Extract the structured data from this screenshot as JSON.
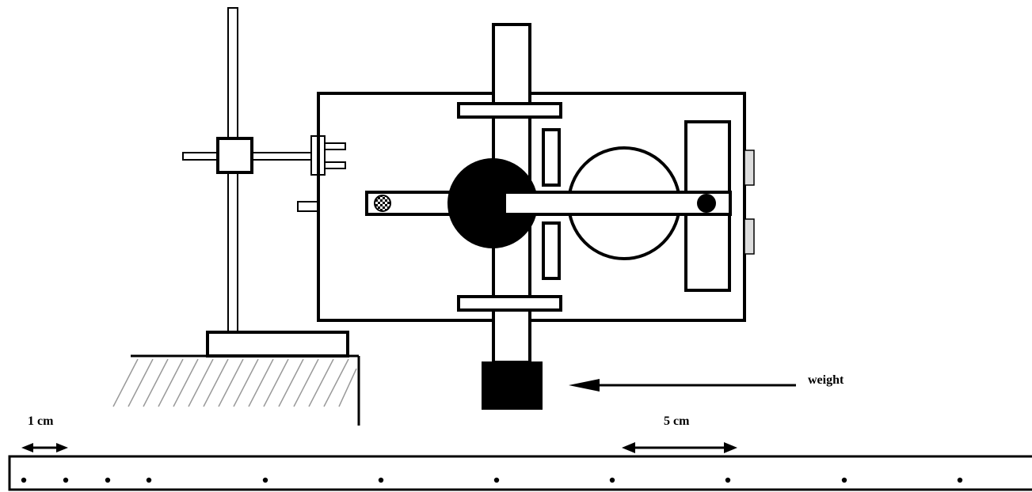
{
  "labels": {
    "one_cm": "1 cm",
    "five_cm": "5 cm",
    "weight": "weight"
  },
  "colors": {
    "ink": "#000000",
    "hatch": "#999999",
    "knob_fill": "#dddddd"
  },
  "icons": {
    "checker_marker": "checkerboard-circle-icon",
    "pivot": "filled-circle-icon"
  },
  "ruler": {
    "dot_count": 11
  }
}
